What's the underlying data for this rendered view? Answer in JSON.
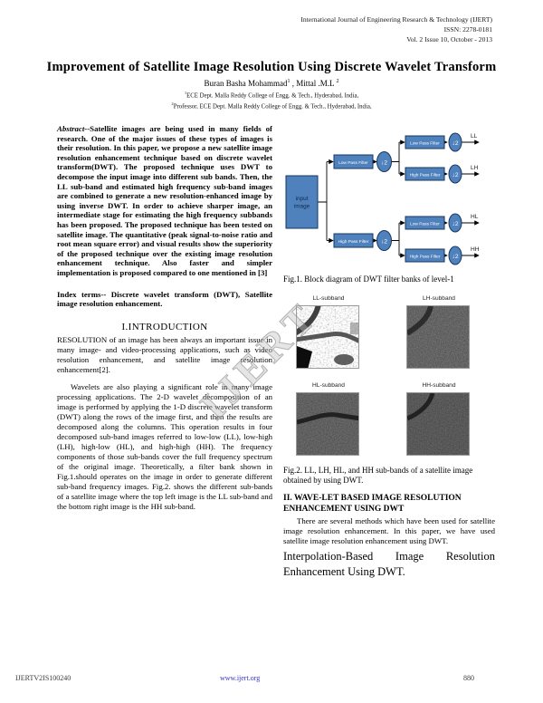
{
  "colors": {
    "diagram_box_fill": "#4f81bd",
    "diagram_box_border": "#17375e",
    "link_blue": "#3333cc",
    "watermark_gray": "#c1c1c1"
  },
  "header": {
    "journal_line": "International Journal of Engineering Research & Technology (IJERT)",
    "issn_line": "ISSN: 2278-0181",
    "issue_line": "Vol. 2 Issue 10, October - 2013"
  },
  "title_block": {
    "title": "Improvement of Satellite Image Resolution Using Discrete Wavelet Transform",
    "authors": [
      {
        "name": "Buran Basha Mohammad",
        "sup": "1"
      },
      {
        "name": "Mittal .M.L",
        "sup": "2"
      }
    ],
    "author_separator": " , ",
    "affiliations": [
      {
        "sup": "1",
        "text": "ECE Dept. Malla Reddy College of Engg. & Tech., Hyderabad, India,"
      },
      {
        "sup": "2",
        "text": "Professor, ECE Dept. Malla Reddy College of Engg. & Tech., Hyderabad, India,"
      }
    ]
  },
  "left_column": {
    "abstract": {
      "lead": "Abstract--",
      "body": "Satellite images are being used in many fields of research. One of the major issues of these types of images is their resolution. In this paper, we propose a new satellite image resolution enhancement technique based on discrete wavelet transform(DWT). The proposed technique uses DWT to decompose the input image into different sub bands. Then, the LL sub-band and estimated high frequency sub-band images are combined to generate a new resolution-enhanced image by using inverse DWT. In order to achieve sharper image, an intermediate stage for estimating the high frequency subbands has been proposed. The proposed technique has been tested on satellite image. The quantitative (peak signal-to-noise ratio and root mean square error) and visual results show the superiority of the proposed technique over the existing image resolution enhancement technique. Also faster and simpler implementation is proposed compared to one mentioned in [3]"
    },
    "index_terms": {
      "lead": "Index terms--",
      "body": " Discrete wavelet transform (DWT), Satellite image resolution enhancement."
    },
    "section1": {
      "heading": "I.INTRODUCTION",
      "p1": "RESOLUTION of an image has been always an important issue in many image- and video-processing applications, such as video resolution enhancement, and satellite image resolution enhancement[2].",
      "p2": "Wavelets are also playing a significant role in many image processing applications. The 2-D wavelet decomposition of an image is performed by applying the 1-D discrete wavelet transform (DWT) along the rows of the image first, and then the results are decomposed along the columns. This operation results in four decomposed sub-band images referred to low-low (LL), low-high (LH), high-low (HL), and high-high (HH). The frequency components of those sub-bands cover the full frequency spectrum of the original image. Theoretically, a filter bank shown in Fig.1.should operates on the image in order to generate different sub-band frequency images. Fig.2. shows the different sub-bands of a satellite image where the top left image is the LL sub-band and the bottom right image is the HH sub-band."
    }
  },
  "right_column": {
    "fig1": {
      "input_line1": "input",
      "input_line2": "image",
      "low_pass": "Low Pass Filter",
      "high_pass": "High Pass Filter",
      "downsample": "↓2",
      "outputs": [
        "LL",
        "LH",
        "HL",
        "HH"
      ],
      "caption": "Fig.1. Block diagram of DWT filter banks of level-1"
    },
    "fig2": {
      "labels": [
        "LL-subband",
        "LH-subband",
        "HL-subband",
        "HH-subband"
      ],
      "caption": "Fig.2. LL, LH, HL, and HH sub-bands of a satellite image obtained by using DWT."
    },
    "section2": {
      "heading": "II. WAVE-LET BASED IMAGE RESOLUTION ENHANCEMENT USING DWT",
      "p1": "There are several methods which have been used for satellite image resolution enhancement. In this paper, we have used satellite image resolution enhancement using DWT.",
      "subheading": "Interpolation-Based Image Resolution Enhancement Using DWT."
    }
  },
  "watermark": {
    "text": "IJERT"
  },
  "footer": {
    "paper_id": "IJERTV2IS100240",
    "link": "www.ijert.org",
    "page_number": "880"
  }
}
